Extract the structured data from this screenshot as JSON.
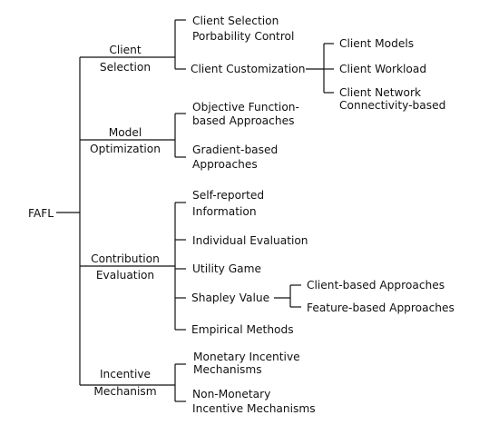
{
  "root": {
    "label": "FAFL"
  },
  "categories": [
    {
      "label_lines": [
        "Client",
        "Selection"
      ],
      "children": [
        {
          "label_lines": [
            "Client Selection",
            "Porbability Control"
          ]
        },
        {
          "label_lines": [
            "Client Customization"
          ],
          "children": [
            {
              "label_lines": [
                "Client Models"
              ]
            },
            {
              "label_lines": [
                "Client Workload"
              ]
            },
            {
              "label_lines": [
                "Client Network",
                "Connectivity-based"
              ]
            }
          ]
        }
      ]
    },
    {
      "label_lines": [
        "Model",
        "Optimization"
      ],
      "children": [
        {
          "label_lines": [
            "Objective Function-",
            "based Approaches"
          ]
        },
        {
          "label_lines": [
            "Gradient-based",
            "Approaches"
          ]
        }
      ]
    },
    {
      "label_lines": [
        "Contribution",
        "Evaluation"
      ],
      "children": [
        {
          "label_lines": [
            "Self-reported",
            "Information"
          ]
        },
        {
          "label_lines": [
            "Individual Evaluation"
          ]
        },
        {
          "label_lines": [
            "Utility Game"
          ]
        },
        {
          "label_lines": [
            "Shapley Value"
          ],
          "children": [
            {
              "label_lines": [
                "Client-based Approaches"
              ]
            },
            {
              "label_lines": [
                "Feature-based Approaches"
              ]
            }
          ]
        },
        {
          "label_lines": [
            "Empirical Methods"
          ]
        }
      ]
    },
    {
      "label_lines": [
        "Incentive",
        "Mechanism"
      ],
      "children": [
        {
          "label_lines": [
            "Monetary Incentive",
            "Mechanisms"
          ]
        },
        {
          "label_lines": [
            "Non-Monetary",
            "Incentive Mechanisms"
          ]
        }
      ]
    }
  ]
}
